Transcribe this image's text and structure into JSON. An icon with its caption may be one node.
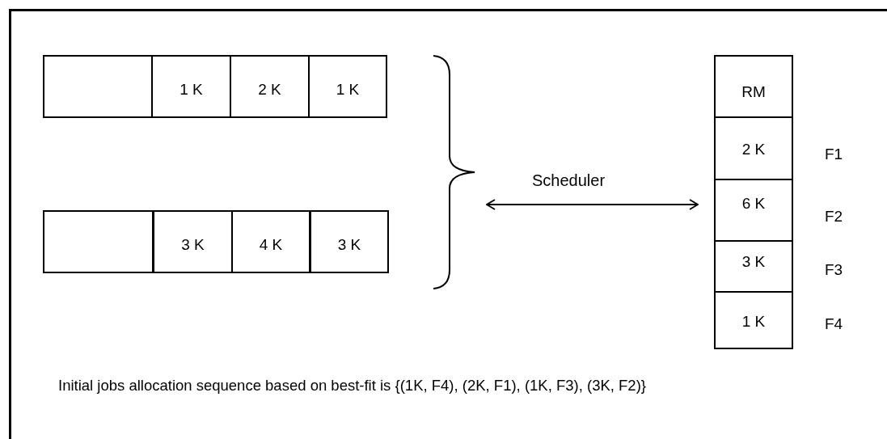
{
  "diagram": {
    "caption": "Initial jobs allocation sequence based on best-fit is {(1K, F4), (2K, F1), (1K, F3), (3K, F2)}",
    "nodes": [
      {
        "text": [],
        "shape": "box"
      },
      {
        "text": [
          "1 K"
        ]
      },
      {
        "text": [
          "2 K"
        ]
      },
      {
        "text": [
          "1 K"
        ]
      },
      {
        "text": [],
        "shape": "box"
      },
      {
        "text": [
          "3 K"
        ]
      },
      {
        "text": [
          "4 K"
        ]
      },
      {
        "text": [
          "3 K"
        ]
      },
      {
        "text": [],
        "shape": "brace"
      },
      {
        "text": [],
        "shape": "box"
      },
      {
        "text": [
          "RM"
        ],
        "in": 9
      },
      {
        "text": [
          "2 K"
        ],
        "in": 9,
        "beside": [
          "F1"
        ]
      },
      {
        "text": [
          "6 K"
        ],
        "in": 9,
        "beside": [
          "F2"
        ]
      },
      {
        "text": [
          "3 K"
        ],
        "in": 9,
        "beside": [
          "F3"
        ]
      },
      {
        "text": [
          "1 K"
        ],
        "in": 9,
        "beside": [
          "F4"
        ]
      }
    ],
    "edges": [
      {
        "from": 8,
        "to": 9,
        "arrow": "both",
        "label": "Scheduler"
      }
    ]
  }
}
